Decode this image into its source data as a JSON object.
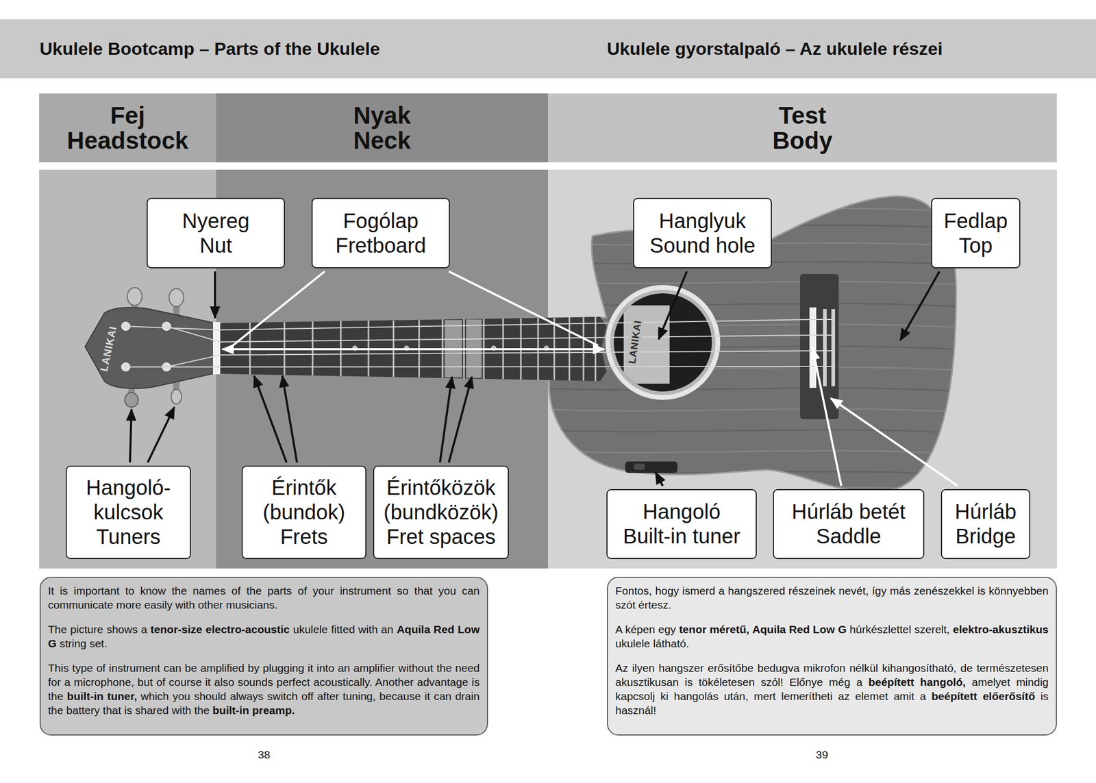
{
  "diagram": {
    "nodes": [
      {
        "text": [
          "Ukulele Bootcamp – Parts of the Ukulele",
          "Ukulele gyorstalpaló – Az ukulele részei"
        ]
      },
      {
        "text": [
          "Fej",
          "Headstock"
        ]
      },
      {
        "text": [
          "Nyak",
          "Neck"
        ]
      },
      {
        "text": [
          "Test",
          "Body"
        ]
      },
      {
        "text": [
          "Nyereg",
          "Nut"
        ]
      },
      {
        "text": [
          "Fogólap",
          "Fretboard"
        ]
      },
      {
        "text": [
          "Hanglyuk",
          "Sound hole"
        ]
      },
      {
        "text": [
          "Fedlap",
          "Top"
        ]
      },
      {
        "text": [
          "Hangoló-kulcsok",
          "Tuners"
        ]
      },
      {
        "text": [
          "Érintők (bundok)",
          "Frets"
        ]
      },
      {
        "text": [
          "Érintőközök (bundközök)",
          "Fret spaces"
        ]
      },
      {
        "text": [
          "Hangoló",
          "Built-in tuner"
        ]
      },
      {
        "text": [
          "Húrláb betét",
          "Saddle"
        ]
      },
      {
        "text": [
          "Húrláb",
          "Bridge"
        ]
      },
      {
        "text": [
          "It is important to know the names of the parts of your instrument so that you can communicate more easily with other musicians.",
          "The picture shows a tenor-size electro-acoustic ukulele fitted with an Aquila Red Low G string set.",
          "This type of instrument can be amplified by plugging it into an amplifier without the need for a microphone, but of course it also sounds perfect acoustically. Another advantage is the built-in tuner, which you should always switch off after tuning, because it can drain the battery that is shared with the built-in preamp."
        ]
      },
      {
        "text": [
          "Fontos, hogy ismerd a hangszered részeinek nevét, így más zenészekkel is könnyebben szót értesz.",
          "A képen egy tenor méretű, Aquila Red Low G húrkészlettel szerelt, elektro-akusztikus ukulele látható.",
          "Az ilyen hangszer erősítőbe bedugva mikrofon nélkül kihangosítható, de természetesen akusztikusan is tökéletesen szól! Előnye még a beépített hangoló, amelyet mindig kapcsolj ki hangolás után, mert lemerítheti az elemet amit a beépített előerősítő is használ!"
        ]
      }
    ],
    "labels": [
      "LANIKAI",
      "LANIKAI",
      "38",
      "39"
    ]
  }
}
